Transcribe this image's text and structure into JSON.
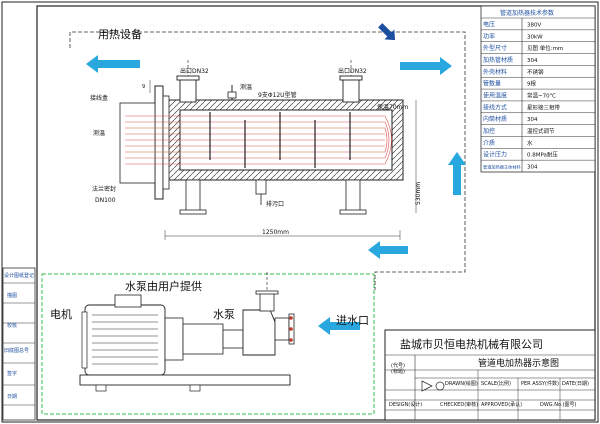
{
  "labels": {
    "heat_equipment": "用热设备",
    "outlet": "出口DN32",
    "inlet_top": "出口DN32",
    "temp_measure": "测温",
    "tube_pipe": "9支Φ12U型管",
    "insulation": "保温70mm",
    "junction_box": "接线盒",
    "temp_sensor": "测温",
    "flange_seal": "法兰密封",
    "dn100": "DN100",
    "drain": "排污口",
    "dim_length": "1250mm",
    "dim_height": "530mm",
    "dim_top": "9",
    "pump_by_user": "水泵由用户提供",
    "motor": "电机",
    "pump": "水泵",
    "water_inlet": "进水口"
  },
  "spec_table": {
    "title": "管道加热器技术参数",
    "rows": [
      {
        "k": "电压",
        "v": "380V"
      },
      {
        "k": "功率",
        "v": "30kW"
      },
      {
        "k": "外型尺寸",
        "v": "见图  单位:mm"
      },
      {
        "k": "加热管材质",
        "v": "304"
      },
      {
        "k": "外壳材料",
        "v": "不锈钢"
      },
      {
        "k": "管数量",
        "v": "9根"
      },
      {
        "k": "使用温度",
        "v": "常温~70℃"
      },
      {
        "k": "接线方式",
        "v": "星形接三相带"
      },
      {
        "k": "内筒材质",
        "v": "304"
      },
      {
        "k": "加控",
        "v": "温控式调节"
      },
      {
        "k": "介质",
        "v": "水"
      },
      {
        "k": "设计压力",
        "v": "0.8MPa耐压"
      },
      {
        "k": "管道加热器主体材料",
        "v": "304"
      }
    ]
  },
  "side_labels": [
    "设计图纸登记",
    "描图",
    "校核",
    "旧底图总号",
    "签字",
    "日期"
  ],
  "title_block": {
    "company": "盐城市贝恒电热机械有限公司",
    "drawing_title": "管道电加热器示意图",
    "marks": "(代号)\n(标题)",
    "drawn": "DRAWN(绘图)",
    "scale": "SCALE(比例)",
    "per_assy": "PER ASSY(件数)",
    "date": "DATE(日期)",
    "design": "DESIGN(设计)",
    "checked": "CHECKED(审核)",
    "approved": "APPROVED(承认)",
    "dwg_no": "DWG.No.(图号)"
  },
  "colors": {
    "flow_arrow": "#29a8e0",
    "pump_border": "#34c24a",
    "heater_tubes": "#d9534f"
  }
}
